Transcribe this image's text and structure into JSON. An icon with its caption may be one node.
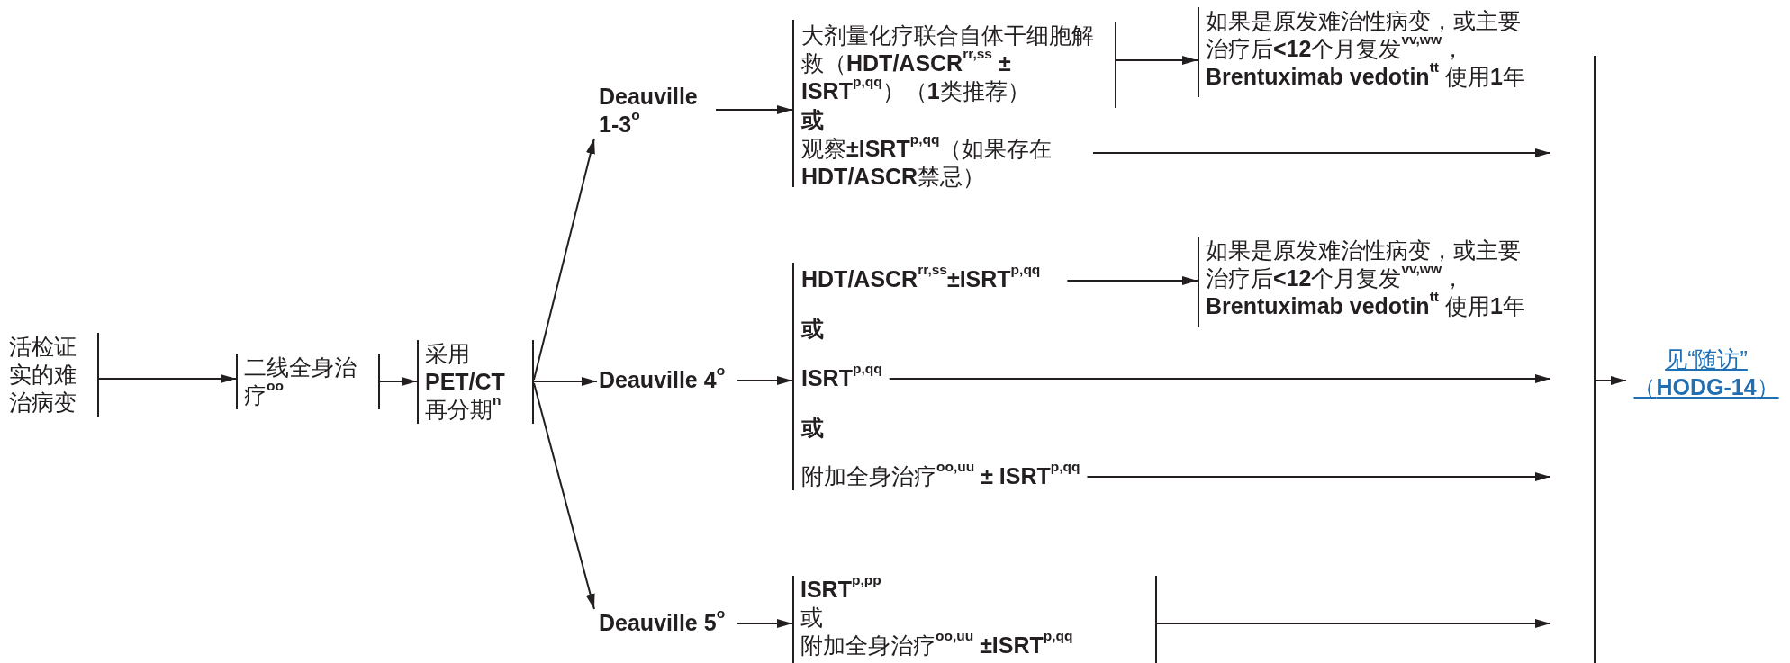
{
  "diagram": {
    "nodes": [
      {
        "text": [
          "活检证实的难治病变"
        ]
      },
      {
        "text": [
          "二线全身治疗$^{oo}$"
        ]
      },
      {
        "text": [
          "采用**PET/CT**再分期$^{n}$"
        ]
      },
      {
        "text": [
          "Deauville 1-3$^{o}$"
        ]
      },
      {
        "text": [
          "Deauville 4$^{o}$"
        ]
      },
      {
        "text": [
          "Deauville 5$^{o}$"
        ]
      },
      {
        "text": [],
        "shape": "bar"
      },
      {
        "text": [
          "大剂量化疗联合自体干细胞解救（**HDT/ASCR**$^{rr,ss}$ **± ISRT**$^{p,qq}$）（**1**类推荐）"
        ],
        "in": 6
      },
      {
        "text": [
          "观察**±ISRT**$^{p,qq}$（如果存在**HDT/ASCR**禁忌）"
        ],
        "in": 6
      },
      {
        "text": [
          "如果是原发难治性病变，或主要治疗后**<12**个月复发$^{vv,ww}$，**Brentuximab vedotin**$^{tt}$ 使用**1**年"
        ]
      },
      {
        "text": [],
        "shape": "bar"
      },
      {
        "text": [
          "HDT/ASCR$^{rr,ss}$±ISRT$^{p,qq}$"
        ],
        "in": 10
      },
      {
        "text": [
          "ISRT$^{p,qq}$"
        ],
        "in": 10
      },
      {
        "text": [
          "附加全身治疗$^{oo,uu}$ **± ISRT**$^{p,qq}$"
        ],
        "in": 10
      },
      {
        "text": [
          "如果是原发难治性病变，或主要治疗后**<12**个月复发$^{vv,ww}$，**Brentuximab vedotin**$^{tt}$ 使用**1**年"
        ]
      },
      {
        "text": [
          "ISRT$^{p,pp}$",
          "或",
          "附加全身治疗$^{oo,uu}$ **±ISRT**$^{p,qq}$"
        ]
      },
      {
        "text": [],
        "shape": "bar"
      },
      {
        "text": [
          "见“随访”（**HODG-14**）"
        ]
      }
    ],
    "edges": [
      {
        "from": 0,
        "to": 1,
        "arrow": "to"
      },
      {
        "from": 1,
        "to": 2,
        "arrow": "to"
      },
      {
        "from": 2,
        "to": 3,
        "arrow": "to"
      },
      {
        "from": 2,
        "to": 4,
        "arrow": "to"
      },
      {
        "from": 2,
        "to": 5,
        "arrow": "to"
      },
      {
        "from": 3,
        "to": 6,
        "arrow": "to"
      },
      {
        "from": 4,
        "to": 10,
        "arrow": "to"
      },
      {
        "from": 5,
        "to": 15,
        "arrow": "to"
      },
      {
        "from": 7,
        "to": 9,
        "arrow": "to"
      },
      {
        "from": 8,
        "to": 16,
        "arrow": "to"
      },
      {
        "from": 11,
        "to": 14,
        "arrow": "to"
      },
      {
        "from": 12,
        "to": 16,
        "arrow": "to"
      },
      {
        "from": 13,
        "to": 16,
        "arrow": "to"
      },
      {
        "from": 15,
        "to": 16,
        "arrow": "to"
      },
      {
        "from": 16,
        "to": 17,
        "arrow": "to"
      }
    ],
    "labels": [
      "或",
      "或",
      "或"
    ]
  }
}
